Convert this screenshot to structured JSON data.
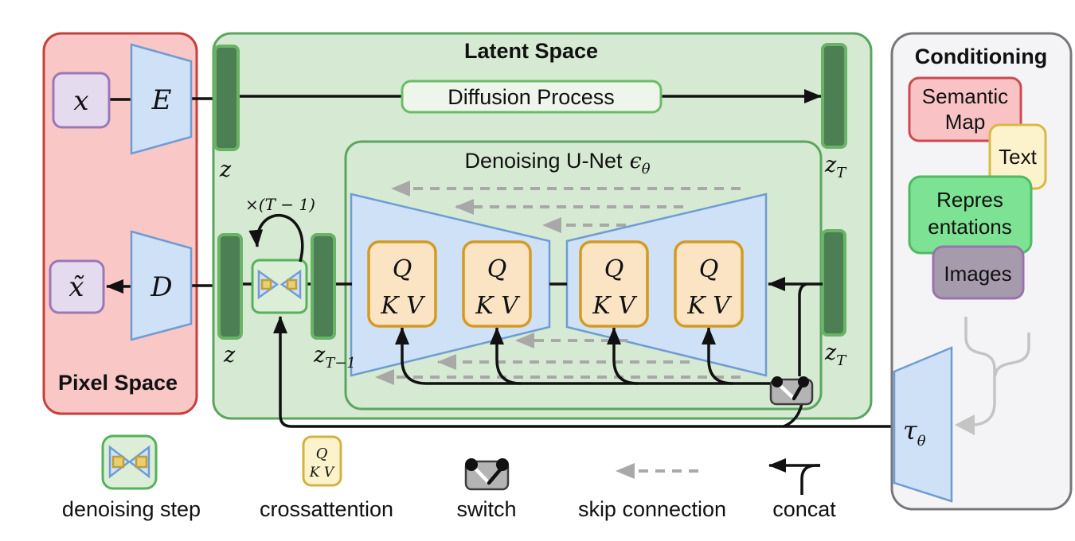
{
  "figure": {
    "type": "architecture-diagram",
    "subject": "Latent Diffusion Model"
  },
  "colors": {
    "pixel_fill": "#f9c7c6",
    "pixel_border": "#c4403d",
    "latent_fill": "#d6e9d2",
    "latent_border": "#5ba55f",
    "bar_fill": "#4c7f53",
    "bar_border": "#69b367",
    "blue_fill": "#cfe1f7",
    "blue_border": "#6f9cd4",
    "qkv_fill": "#fbe4c4",
    "qkv_border": "#d59a20",
    "conditioning_fill": "#f4f4f6",
    "conditioning_border": "#77777b",
    "semantic_fill": "#f9c3c6",
    "semantic_border": "#cc4a50",
    "text_fill": "#fcf3cd",
    "text_border": "#d9b845",
    "representations_fill": "#7de293",
    "representations_border": "#4eba62",
    "images_fill": "#a69aad",
    "images_border": "#9b72ae",
    "switch_fill": "#b4b4b4",
    "skip_gray": "#a8a8a8"
  },
  "icons": {
    "denoising-step-icon": "green box with facing blue triangles",
    "crossattention-icon": "yellow QKV box",
    "switch-icon": "gray switch with two contacts and lever",
    "skip-connection-icon": "gray dashed left arrow",
    "concat-icon": "black left arrow with branch tail"
  },
  "pixel_space": {
    "title": "Pixel Space",
    "x_label": "x",
    "x_tilde_label": "x̃",
    "encoder_label": "E",
    "decoder_label": "D"
  },
  "latent_space": {
    "title": "Latent Space",
    "diffusion_label": "Diffusion Process",
    "z_top": "z",
    "z_left": "z",
    "z_t": {
      "base": "z",
      "sub": "T"
    },
    "z_t_mid": {
      "base": "z",
      "sub": "T"
    },
    "z_t_minus_1": {
      "base": "z",
      "sub": "T−1"
    },
    "loop_label": "×(T − 1)",
    "unet": {
      "title": "Denoising U-Net",
      "epsilon": "ϵ",
      "theta_sub": "θ",
      "q": "Q",
      "kv": "K V"
    }
  },
  "conditioning": {
    "title": "Conditioning",
    "semantic_line1": "Semantic",
    "semantic_line2": "Map",
    "text_label": "Text",
    "representations_line1": "Repres",
    "representations_line2": "entations",
    "images_label": "Images",
    "tau": {
      "base": "τ",
      "sub": "θ"
    }
  },
  "legend": {
    "denoising_step": "denoising step",
    "crossattention": "crossattention",
    "crossattention_q": "Q",
    "crossattention_kv": "K V",
    "switch": "switch",
    "skip_connection": "skip connection",
    "concat": "concat"
  }
}
